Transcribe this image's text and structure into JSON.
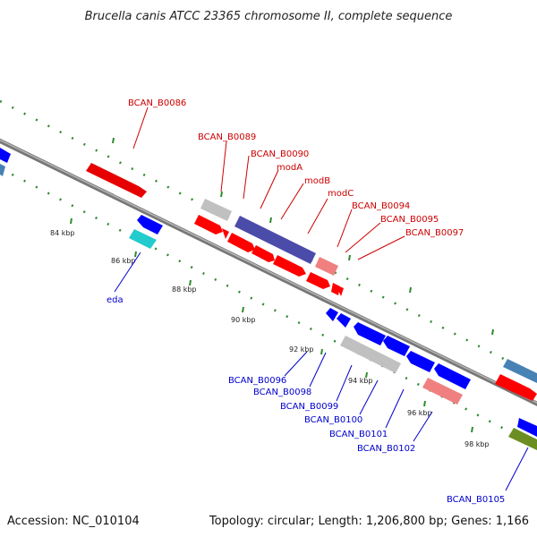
{
  "title": "Brucella canis ATCC 23365 chromosome II, complete sequence",
  "footer": {
    "accession": "Accession: NC_010104",
    "topology": "Topology: circular; Length: 1,206,800 bp; Genes: 1,166"
  },
  "ticks": [
    "84 kbp",
    "86 kbp",
    "88 kbp",
    "90 kbp",
    "92 kbp",
    "94 kbp",
    "96 kbp",
    "98 kbp"
  ],
  "colors": {
    "backbone": "#8a8a8a",
    "tick_dots": "#2e8b2e",
    "forward_label": "#cc0000",
    "reverse_label": "#0000cc",
    "gene_red": "#ff0000",
    "gene_blue": "#0000ff",
    "gene_grey": "#c8c8c8",
    "gene_cyan": "#22cccc",
    "gene_pink": "#f08080",
    "gene_purple": "#4b4baa",
    "gene_steel": "#4682b4",
    "gene_olive": "#6b8e23"
  },
  "forward_genes": [
    "BCAN_B0086",
    "BCAN_B0089",
    "BCAN_B0090",
    "modA",
    "modB",
    "modC",
    "BCAN_B0094",
    "BCAN_B0095",
    "BCAN_B0097"
  ],
  "reverse_genes": [
    "eda",
    "BCAN_B0096",
    "BCAN_B0098",
    "BCAN_B0099",
    "BCAN_B0100",
    "BCAN_B0101",
    "BCAN_B0102",
    "BCAN_B0105"
  ]
}
